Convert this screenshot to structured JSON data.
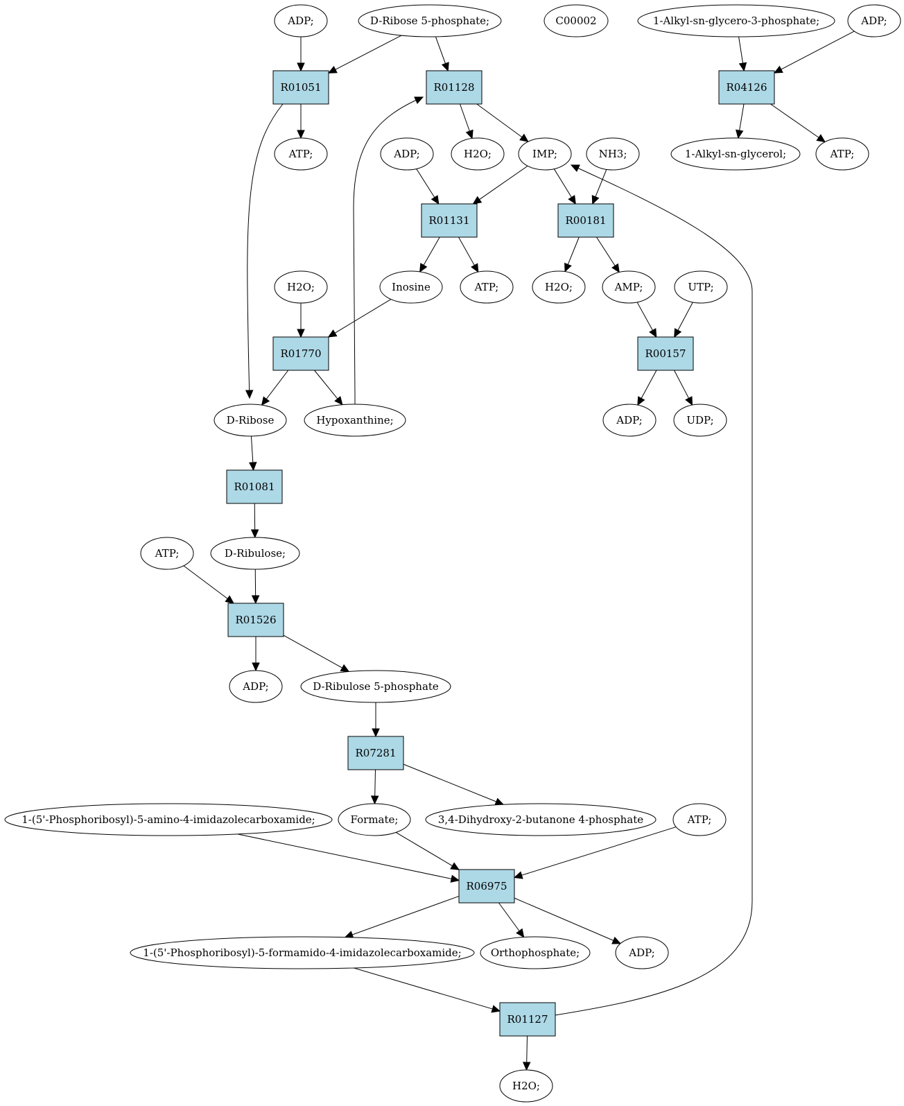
{
  "diagram": {
    "type": "metabolic-pathway-graph",
    "colors": {
      "background": "#ffffff",
      "reaction_fill": "#add8e6",
      "compound_fill": "#ffffff",
      "highlight_start": "#00ee00",
      "highlight_query": "#ffff00",
      "stroke": "#000000"
    },
    "nodes": [
      {
        "id": "n_adp_top",
        "label": "ADP;",
        "shape": "ellipse"
      },
      {
        "id": "n_r5p",
        "label": "D-Ribose 5-phosphate;",
        "shape": "ellipse",
        "color": "#00ee00"
      },
      {
        "id": "n_c00002",
        "label": "C00002",
        "shape": "ellipse",
        "color": "#ffff00"
      },
      {
        "id": "n_alkylg3p",
        "label": "1-Alkyl-sn-glycero-3-phosphate;",
        "shape": "ellipse"
      },
      {
        "id": "n_adp_tr",
        "label": "ADP;",
        "shape": "ellipse"
      },
      {
        "id": "r_R01051",
        "label": "R01051",
        "shape": "box"
      },
      {
        "id": "r_R01128",
        "label": "R01128",
        "shape": "box"
      },
      {
        "id": "r_R04126",
        "label": "R04126",
        "shape": "box"
      },
      {
        "id": "n_atp_1",
        "label": "ATP;",
        "shape": "ellipse"
      },
      {
        "id": "n_adp_2",
        "label": "ADP;",
        "shape": "ellipse"
      },
      {
        "id": "n_h2o_1",
        "label": "H2O;",
        "shape": "ellipse"
      },
      {
        "id": "n_imp",
        "label": "IMP;",
        "shape": "ellipse"
      },
      {
        "id": "n_nh3",
        "label": "NH3;",
        "shape": "ellipse"
      },
      {
        "id": "n_alkylg",
        "label": "1-Alkyl-sn-glycerol;",
        "shape": "ellipse"
      },
      {
        "id": "n_atp_tr",
        "label": "ATP;",
        "shape": "ellipse"
      },
      {
        "id": "r_R01131",
        "label": "R01131",
        "shape": "box"
      },
      {
        "id": "r_R00181",
        "label": "R00181",
        "shape": "box"
      },
      {
        "id": "n_h2o_2",
        "label": "H2O;",
        "shape": "ellipse"
      },
      {
        "id": "n_inosine",
        "label": "Inosine",
        "shape": "ellipse"
      },
      {
        "id": "n_atp_2",
        "label": "ATP;",
        "shape": "ellipse"
      },
      {
        "id": "n_h2o_3",
        "label": "H2O;",
        "shape": "ellipse"
      },
      {
        "id": "n_amp",
        "label": "AMP;",
        "shape": "ellipse"
      },
      {
        "id": "n_utp",
        "label": "UTP;",
        "shape": "ellipse"
      },
      {
        "id": "r_R01770",
        "label": "R01770",
        "shape": "box"
      },
      {
        "id": "r_R00157",
        "label": "R00157",
        "shape": "box"
      },
      {
        "id": "n_dribose",
        "label": "D-Ribose",
        "shape": "ellipse"
      },
      {
        "id": "n_hypox",
        "label": "Hypoxanthine;",
        "shape": "ellipse"
      },
      {
        "id": "n_adp_3",
        "label": "ADP;",
        "shape": "ellipse"
      },
      {
        "id": "n_udp",
        "label": "UDP;",
        "shape": "ellipse"
      },
      {
        "id": "r_R01081",
        "label": "R01081",
        "shape": "box"
      },
      {
        "id": "n_atp_3",
        "label": "ATP;",
        "shape": "ellipse"
      },
      {
        "id": "n_dribulose",
        "label": "D-Ribulose;",
        "shape": "ellipse"
      },
      {
        "id": "r_R01526",
        "label": "R01526",
        "shape": "box"
      },
      {
        "id": "n_adp_4",
        "label": "ADP;",
        "shape": "ellipse"
      },
      {
        "id": "n_ru5p",
        "label": "D-Ribulose 5-phosphate",
        "shape": "ellipse"
      },
      {
        "id": "r_R07281",
        "label": "R07281",
        "shape": "box"
      },
      {
        "id": "n_aicar",
        "label": "1-(5'-Phosphoribosyl)-5-amino-4-imidazolecarboxamide;",
        "shape": "ellipse"
      },
      {
        "id": "n_formate",
        "label": "Formate;",
        "shape": "ellipse"
      },
      {
        "id": "n_dhbp",
        "label": "3,4-Dihydroxy-2-butanone 4-phosphate",
        "shape": "ellipse"
      },
      {
        "id": "n_atp_4",
        "label": "ATP;",
        "shape": "ellipse"
      },
      {
        "id": "r_R06975",
        "label": "R06975",
        "shape": "box"
      },
      {
        "id": "n_faicar",
        "label": "1-(5'-Phosphoribosyl)-5-formamido-4-imidazolecarboxamide;",
        "shape": "ellipse"
      },
      {
        "id": "n_ortho",
        "label": "Orthophosphate;",
        "shape": "ellipse"
      },
      {
        "id": "n_adp_5",
        "label": "ADP;",
        "shape": "ellipse"
      },
      {
        "id": "r_R01127",
        "label": "R01127",
        "shape": "box"
      },
      {
        "id": "n_h2o_4",
        "label": "H2O;",
        "shape": "ellipse"
      }
    ],
    "edges": [
      {
        "from": "n_adp_top",
        "to": "r_R01051"
      },
      {
        "from": "n_r5p",
        "to": "r_R01051"
      },
      {
        "from": "n_r5p",
        "to": "r_R01128"
      },
      {
        "from": "n_alkylg3p",
        "to": "r_R04126"
      },
      {
        "from": "n_adp_tr",
        "to": "r_R04126"
      },
      {
        "from": "r_R01051",
        "to": "n_atp_1"
      },
      {
        "from": "r_R01051",
        "to": "n_dribose"
      },
      {
        "from": "r_R01128",
        "to": "n_h2o_1"
      },
      {
        "from": "r_R01128",
        "to": "n_imp"
      },
      {
        "from": "n_hypox",
        "to": "r_R01128"
      },
      {
        "from": "r_R04126",
        "to": "n_alkylg"
      },
      {
        "from": "r_R04126",
        "to": "n_atp_tr"
      },
      {
        "from": "n_adp_2",
        "to": "r_R01131"
      },
      {
        "from": "n_imp",
        "to": "r_R01131"
      },
      {
        "from": "n_imp",
        "to": "r_R00181"
      },
      {
        "from": "n_nh3",
        "to": "r_R00181"
      },
      {
        "from": "r_R01131",
        "to": "n_inosine"
      },
      {
        "from": "r_R01131",
        "to": "n_atp_2"
      },
      {
        "from": "r_R00181",
        "to": "n_h2o_3"
      },
      {
        "from": "r_R00181",
        "to": "n_amp"
      },
      {
        "from": "n_h2o_2",
        "to": "r_R01770"
      },
      {
        "from": "n_inosine",
        "to": "r_R01770"
      },
      {
        "from": "n_amp",
        "to": "r_R00157"
      },
      {
        "from": "n_utp",
        "to": "r_R00157"
      },
      {
        "from": "r_R01770",
        "to": "n_dribose"
      },
      {
        "from": "r_R01770",
        "to": "n_hypox"
      },
      {
        "from": "r_R00157",
        "to": "n_adp_3"
      },
      {
        "from": "r_R00157",
        "to": "n_udp"
      },
      {
        "from": "n_dribose",
        "to": "r_R01081"
      },
      {
        "from": "r_R01081",
        "to": "n_dribulose"
      },
      {
        "from": "n_atp_3",
        "to": "r_R01526"
      },
      {
        "from": "n_dribulose",
        "to": "r_R01526"
      },
      {
        "from": "r_R01526",
        "to": "n_adp_4"
      },
      {
        "from": "r_R01526",
        "to": "n_ru5p"
      },
      {
        "from": "n_ru5p",
        "to": "r_R07281"
      },
      {
        "from": "r_R07281",
        "to": "n_formate"
      },
      {
        "from": "r_R07281",
        "to": "n_dhbp"
      },
      {
        "from": "n_aicar",
        "to": "r_R06975"
      },
      {
        "from": "n_formate",
        "to": "r_R06975"
      },
      {
        "from": "n_atp_4",
        "to": "r_R06975"
      },
      {
        "from": "r_R06975",
        "to": "n_faicar"
      },
      {
        "from": "r_R06975",
        "to": "n_ortho"
      },
      {
        "from": "r_R06975",
        "to": "n_adp_5"
      },
      {
        "from": "n_faicar",
        "to": "r_R01127"
      },
      {
        "from": "r_R01127",
        "to": "n_h2o_4"
      },
      {
        "from": "r_R01127",
        "to": "n_imp"
      }
    ]
  }
}
